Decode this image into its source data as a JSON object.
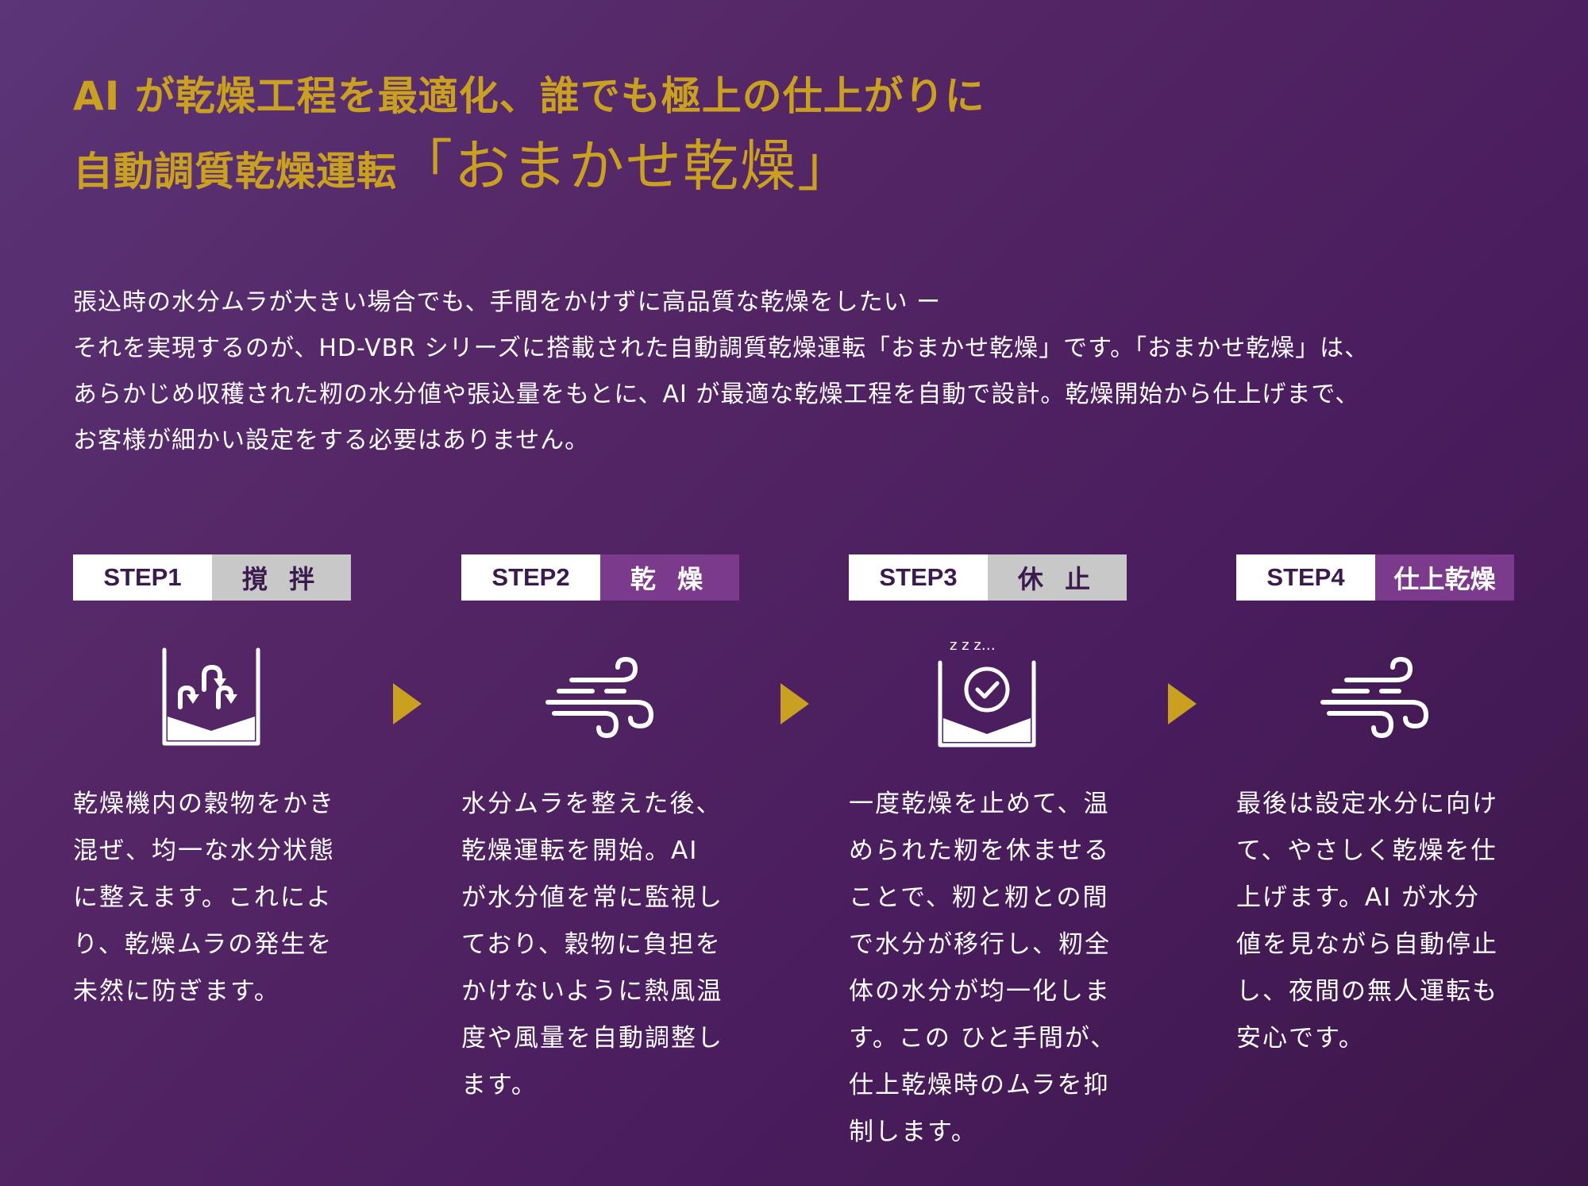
{
  "headline": {
    "line1": "AI が乾燥工程を最適化、誰でも極上の仕上がりに",
    "line2_prefix": "自動調質乾燥運転",
    "line2_main": "「おまかせ乾燥」"
  },
  "intro": {
    "lines": [
      "張込時の水分ムラが大きい場合でも、手間をかけずに高品質な乾燥をしたい ー",
      "それを実現するのが、HD-VBR シリーズに搭載された自動調質乾燥運転「おまかせ乾燥」です。「おまかせ乾燥」は、",
      "あらかじめ収穫された籾の水分値や張込量をもとに、AI が最適な乾燥工程を自動で設計。乾燥開始から仕上げまで、",
      "お客様が細かい設定をする必要はありません。"
    ]
  },
  "steps": [
    {
      "label": "STEP1",
      "name": "撹 拌",
      "name_style": "gray",
      "icon": "stirring-tank-icon",
      "text": "乾燥機内の穀物をかき\n混ぜ、均一な水分状態\nに整えます。これによ\nり、乾燥ムラの発生を\n未然に防ぎます。"
    },
    {
      "label": "STEP2",
      "name": "乾 燥",
      "name_style": "purple",
      "icon": "wind-icon",
      "text": "水分ムラを整えた後、\n乾燥運転を開始。AI\nが水分値を常に監視し\nており、穀物に負担を\nかけないように熱風温\n度や風量を自動調整し\nます。"
    },
    {
      "label": "STEP3",
      "name": "休 止",
      "name_style": "gray",
      "icon": "resting-tank-clock-icon",
      "icon_text": "z z z…",
      "text": "一度乾燥を止めて、温\nめられた籾を休ませる\nことで、籾と籾との間\nで水分が移行し、籾全\n体の水分が均一化しま\nす。この ひと手間が、\n仕上乾燥時のムラを抑\n制します。"
    },
    {
      "label": "STEP4",
      "name": "仕上乾燥",
      "name_style": "purple",
      "icon": "wind-icon",
      "text": "最後は設定水分に向け\nて、やさしく乾燥を仕\n上げます。AI が水分\n値を見ながら自動停止\nし、夜間の無人運転も\n安心です。"
    }
  ],
  "colors": {
    "gold": "#c9a020",
    "purple_tag": "#7c3a8d",
    "gray_tag": "#c8c8c8",
    "tag_text": "#3b1a4d",
    "arrow": "#c9a020"
  }
}
